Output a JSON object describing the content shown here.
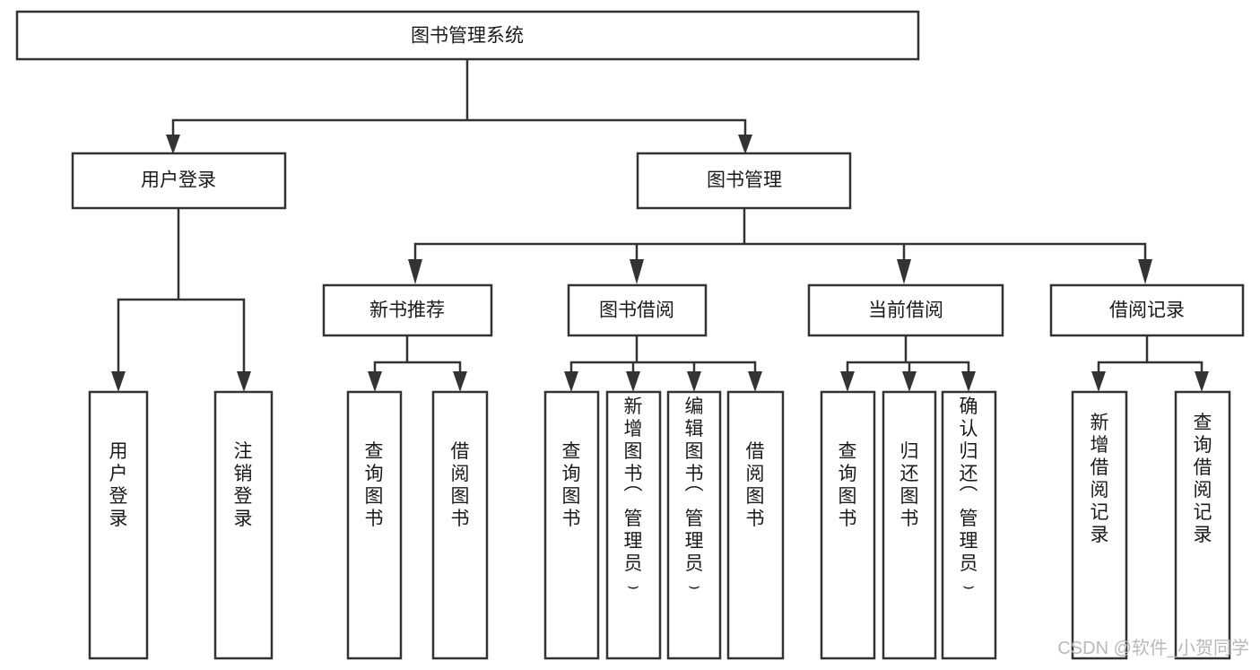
{
  "diagram": {
    "title": "图书管理系统",
    "type": "tree-hierarchy",
    "levels": 4,
    "root": {
      "id": "root",
      "label": "图书管理系统",
      "orientation": "horizontal"
    },
    "level2": [
      {
        "id": "user-login",
        "label": "用户登录",
        "orientation": "horizontal"
      },
      {
        "id": "book-management",
        "label": "图书管理",
        "orientation": "horizontal"
      }
    ],
    "level3": [
      {
        "id": "new-book-recommend",
        "label": "新书推荐",
        "orientation": "horizontal"
      },
      {
        "id": "book-borrow",
        "label": "图书借阅",
        "orientation": "horizontal"
      },
      {
        "id": "current-borrow",
        "label": "当前借阅",
        "orientation": "horizontal"
      },
      {
        "id": "borrow-record",
        "label": "借阅记录",
        "orientation": "horizontal"
      }
    ],
    "leaves": {
      "user-login": [
        {
          "id": "leaf-user-login",
          "label": "用户登录",
          "orientation": "vertical"
        },
        {
          "id": "leaf-user-logout",
          "label": "注销登录",
          "orientation": "vertical"
        }
      ],
      "new-book-recommend": [
        {
          "id": "leaf-query-book-1",
          "label": "查询图书",
          "orientation": "vertical"
        },
        {
          "id": "leaf-borrow-book-1",
          "label": "借阅图书",
          "orientation": "vertical"
        }
      ],
      "book-borrow": [
        {
          "id": "leaf-query-book-2",
          "label": "查询图书",
          "orientation": "vertical"
        },
        {
          "id": "leaf-add-book-admin",
          "label": "新增图书（管理员）",
          "orientation": "vertical"
        },
        {
          "id": "leaf-edit-book-admin",
          "label": "编辑图书（管理员）",
          "orientation": "vertical"
        },
        {
          "id": "leaf-borrow-book-2",
          "label": "借阅图书",
          "orientation": "vertical"
        }
      ],
      "current-borrow": [
        {
          "id": "leaf-query-book-3",
          "label": "查询图书",
          "orientation": "vertical"
        },
        {
          "id": "leaf-return-book",
          "label": "归还图书",
          "orientation": "vertical"
        },
        {
          "id": "leaf-confirm-return-admin",
          "label": "确认归还（管理员）",
          "orientation": "vertical"
        }
      ],
      "borrow-record": [
        {
          "id": "leaf-add-borrow-record",
          "label": "新增借阅记录",
          "orientation": "vertical"
        },
        {
          "id": "leaf-query-borrow-record",
          "label": "查询借阅记录",
          "orientation": "vertical"
        }
      ]
    },
    "colors": {
      "background": "#ffffff",
      "box_fill": "#ffffff",
      "box_stroke": "#333333",
      "text": "#1a1a1a",
      "connector": "#333333",
      "watermark": "#b9b9b9"
    }
  },
  "watermark": {
    "text": "CSDN @软件_小贺同学"
  }
}
